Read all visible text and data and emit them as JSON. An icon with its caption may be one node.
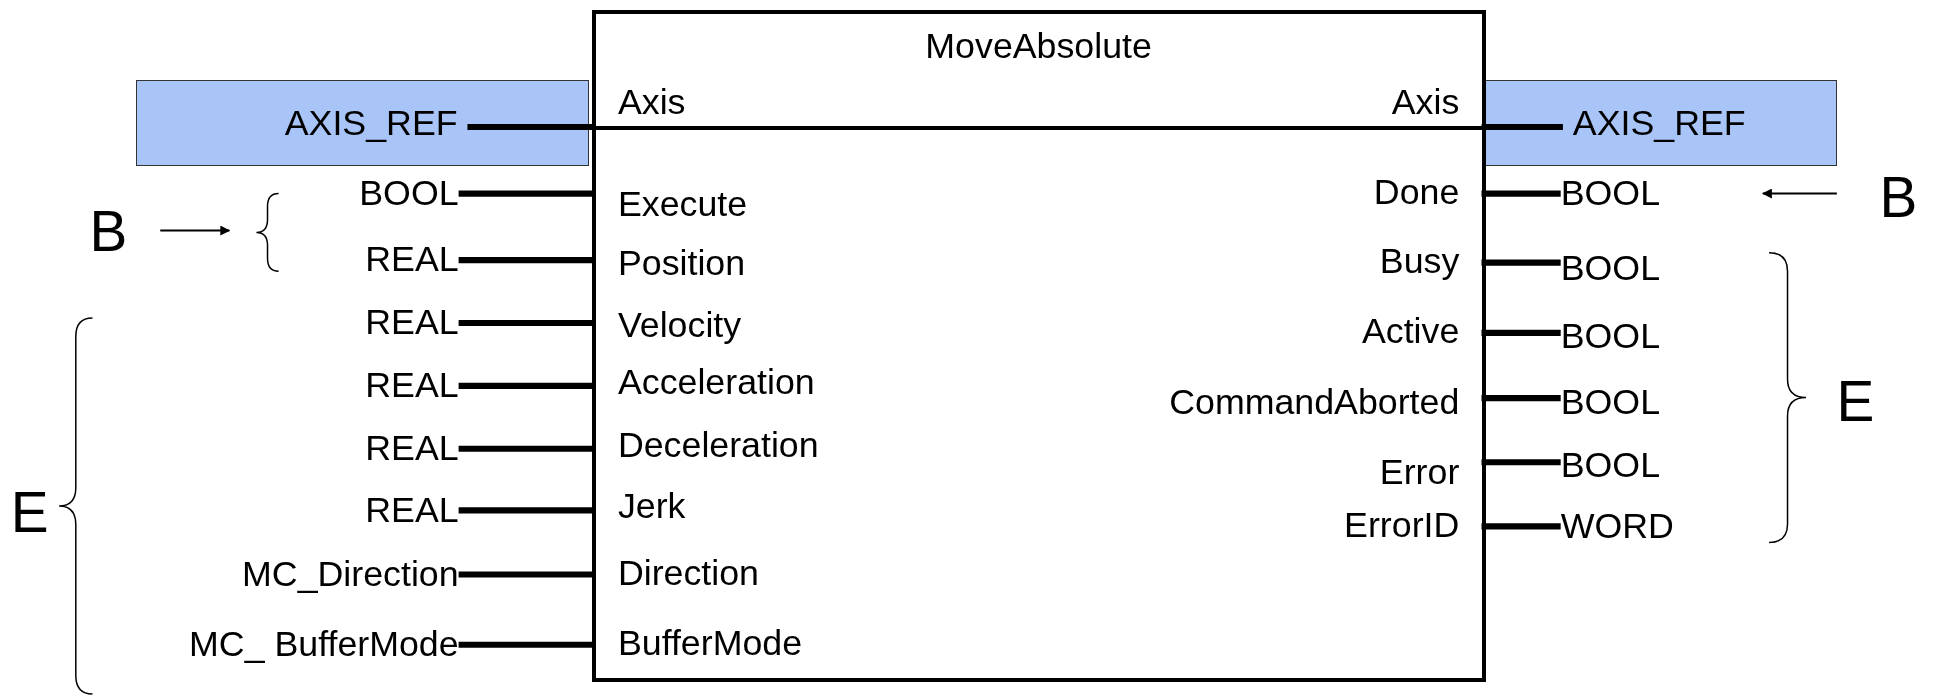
{
  "diagram": {
    "nodes": [
      {
        "text": [
          "MoveAbsolute"
        ]
      },
      {
        "text": [
          "Axis"
        ],
        "in": 0
      },
      {
        "text": [
          "Axis"
        ],
        "in": 0
      },
      {
        "text": [
          "Execute"
        ],
        "in": 0
      },
      {
        "text": [
          "Position"
        ],
        "in": 0
      },
      {
        "text": [
          "Velocity"
        ],
        "in": 0
      },
      {
        "text": [
          "Acceleration"
        ],
        "in": 0
      },
      {
        "text": [
          "Deceleration"
        ],
        "in": 0
      },
      {
        "text": [
          "Jerk"
        ],
        "in": 0
      },
      {
        "text": [
          "Direction"
        ],
        "in": 0
      },
      {
        "text": [
          "BufferMode"
        ],
        "in": 0
      },
      {
        "text": [
          "Done"
        ],
        "in": 0
      },
      {
        "text": [
          "Busy"
        ],
        "in": 0
      },
      {
        "text": [
          "Active"
        ],
        "in": 0
      },
      {
        "text": [
          "CommandAborted"
        ],
        "in": 0
      },
      {
        "text": [
          "Error"
        ],
        "in": 0
      },
      {
        "text": [
          "ErrorID"
        ],
        "in": 0
      },
      {
        "text": [
          "AXIS_REF"
        ]
      },
      {
        "text": [
          "AXIS_REF"
        ]
      },
      {
        "text": [
          "BOOL"
        ]
      },
      {
        "text": [
          "REAL"
        ]
      },
      {
        "text": [
          "REAL"
        ]
      },
      {
        "text": [
          "REAL"
        ]
      },
      {
        "text": [
          "REAL"
        ]
      },
      {
        "text": [
          "REAL"
        ]
      },
      {
        "text": [
          "MC_Direction"
        ]
      },
      {
        "text": [
          "MC_ BufferMode"
        ]
      },
      {
        "text": [
          "BOOL"
        ]
      },
      {
        "text": [
          "BOOL"
        ]
      },
      {
        "text": [
          "BOOL"
        ]
      },
      {
        "text": [
          "BOOL"
        ]
      },
      {
        "text": [
          "BOOL"
        ]
      },
      {
        "text": [
          "WORD"
        ]
      }
    ],
    "edges": [
      {
        "from": 17,
        "to": 1,
        "arrow": "none"
      },
      {
        "from": 2,
        "to": 18,
        "arrow": "none"
      },
      {
        "from": 19,
        "to": 3,
        "arrow": "none"
      },
      {
        "from": 20,
        "to": 4,
        "arrow": "none"
      },
      {
        "from": 21,
        "to": 5,
        "arrow": "none"
      },
      {
        "from": 22,
        "to": 6,
        "arrow": "none"
      },
      {
        "from": 23,
        "to": 7,
        "arrow": "none"
      },
      {
        "from": 24,
        "to": 8,
        "arrow": "none"
      },
      {
        "from": 25,
        "to": 9,
        "arrow": "none"
      },
      {
        "from": 26,
        "to": 10,
        "arrow": "none"
      },
      {
        "from": 11,
        "to": 27,
        "arrow": "none"
      },
      {
        "from": 12,
        "to": 28,
        "arrow": "none"
      },
      {
        "from": 13,
        "to": 29,
        "arrow": "none"
      },
      {
        "from": 14,
        "to": 30,
        "arrow": "none"
      },
      {
        "from": 15,
        "to": 31,
        "arrow": "none"
      },
      {
        "from": 16,
        "to": 32,
        "arrow": "none"
      }
    ],
    "labels": [
      "B",
      "B",
      "E",
      "E"
    ]
  }
}
